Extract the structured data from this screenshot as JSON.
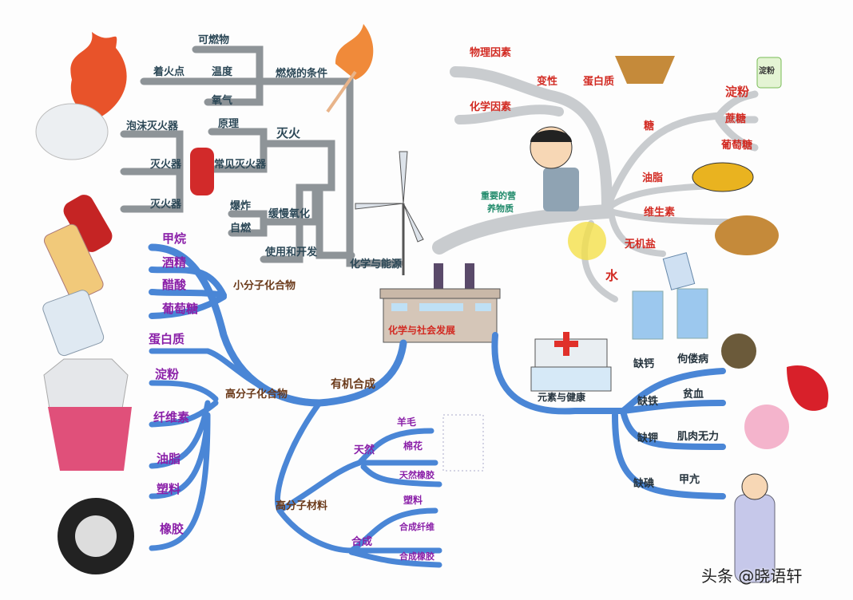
{
  "fire": {
    "combustible": "可燃物",
    "ignition_point": "着火点",
    "temperature": "温度",
    "combustion_conditions": "燃烧的条件",
    "oxygen": "氧气",
    "foam_extinguisher": "泡沫灭火器",
    "principle": "原理",
    "extinguish": "灭火",
    "extinguisher_1": "灭火器",
    "common_extinguishers": "常见灭火器",
    "extinguisher_2": "灭火器",
    "explosion": "爆炸",
    "slow_oxidation": "缓慢氧化",
    "spontaneous_combustion": "自燃",
    "use_and_develop": "使用和开发",
    "chem_energy": "化学与能源"
  },
  "nutrition": {
    "physical_factors": "物理因素",
    "denature": "变性",
    "protein": "蛋白质",
    "chemical_factors": "化学因素",
    "sugar": "糖",
    "starch": "淀粉",
    "sucrose": "蔗糖",
    "glucose": "葡萄糖",
    "fat": "油脂",
    "vitamin": "维生素",
    "minerals": "无机盐",
    "water": "水",
    "important_nutrients_1": "重要的营",
    "important_nutrients_2": "养物质",
    "starch_box": "淀粉"
  },
  "center": {
    "title": "化学与社会发展"
  },
  "organic": {
    "small_molecules": [
      "甲烷",
      "酒精",
      "醋酸",
      "葡萄糖"
    ],
    "small_label": "小分子化合物",
    "macro_molecules": [
      "蛋白质",
      "淀粉",
      "纤维素",
      "油脂",
      "塑料",
      "橡胶"
    ],
    "macro_label": "高分子化合物",
    "organic_synthesis": "有机合成",
    "polymer_materials": "高分子材料",
    "natural": "天然",
    "natural_items": [
      "羊毛",
      "棉花",
      "天然橡胶"
    ],
    "synthetic": "合成",
    "synthetic_items": [
      "塑料",
      "合成纤维",
      "合成橡胶"
    ]
  },
  "health": {
    "title": "元素与健康",
    "rows": [
      {
        "lack": "缺钙",
        "disease": "佝偻病"
      },
      {
        "lack": "缺铁",
        "disease": "贫血"
      },
      {
        "lack": "缺钾",
        "disease": "肌肉无力"
      },
      {
        "lack": "缺碘",
        "disease": "甲亢"
      }
    ]
  },
  "watermark": "头条 @晓语轩",
  "colors": {
    "pipe": "#8e9498",
    "cloud": "#c9cccf",
    "river": "#4a86d6",
    "fire": "#e8532a"
  }
}
